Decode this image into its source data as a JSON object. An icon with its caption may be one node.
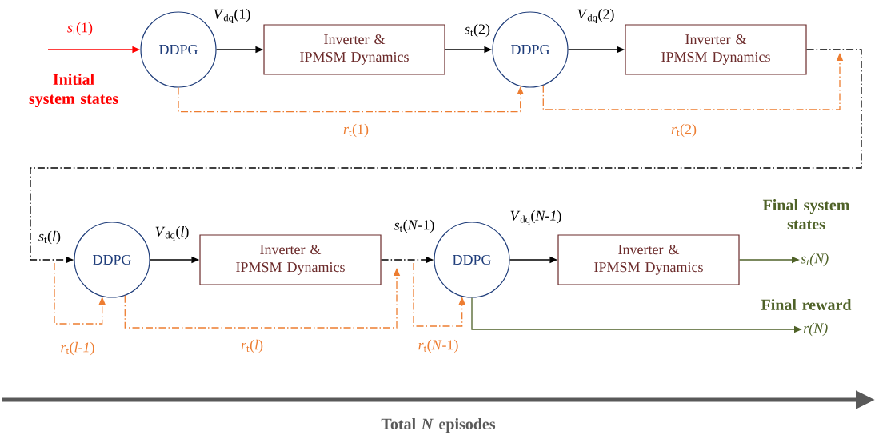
{
  "diagram": {
    "nodes": [
      {
        "text": [
          "DDPG"
        ]
      },
      {
        "text": [
          "Inverter & IPMSM Dynamics"
        ]
      },
      {
        "text": [
          "DDPG"
        ]
      },
      {
        "text": [
          "Inverter & IPMSM Dynamics"
        ]
      },
      {
        "text": [
          "DDPG"
        ]
      },
      {
        "text": [
          "Inverter & IPMSM Dynamics"
        ]
      },
      {
        "text": [
          "DDPG"
        ]
      },
      {
        "text": [
          "Inverter & IPMSM Dynamics"
        ]
      },
      {
        "text": [
          "s$_{t}$(N)"
        ]
      },
      {
        "text": [
          "r(N)"
        ]
      }
    ],
    "edges": [
      {
        "from": null,
        "to": 0,
        "arrow": "to",
        "label": "*s*$_{t}$(1)",
        "color": "#ff0000"
      },
      {
        "from": 0,
        "to": 1,
        "arrow": "to",
        "label": "*V*$_{dq}$(1)"
      },
      {
        "from": 1,
        "to": 2,
        "arrow": "to",
        "label": "*s*$_{t}$(2)"
      },
      {
        "from": 2,
        "to": 3,
        "arrow": "to",
        "label": "*V*$_{dq}$(2)"
      },
      {
        "from": 0,
        "to": 2,
        "arrow": "to",
        "label": "*r*$_{t}$(1)",
        "style": "dashed",
        "color": "#ed7d31"
      },
      {
        "from": 2,
        "to": null,
        "arrow": "to",
        "label": "*r*$_{t}$(2)",
        "style": "dashed",
        "color": "#ed7d31"
      },
      {
        "from": 3,
        "to": 4,
        "arrow": "to",
        "label": "*s*$_{t}$(*l*)",
        "style": "dashed"
      },
      {
        "from": null,
        "to": 4,
        "arrow": "to",
        "label": "*r*$_{t}$(*l-1*)",
        "style": "dashed",
        "color": "#ed7d31"
      },
      {
        "from": 4,
        "to": 5,
        "arrow": "to",
        "label": "*V*$_{dq}$(*l*)"
      },
      {
        "from": 4,
        "to": null,
        "arrow": "to",
        "label": "*r*$_{t}$(*l*)",
        "style": "dashed",
        "color": "#ed7d31"
      },
      {
        "from": 5,
        "to": 6,
        "arrow": "to",
        "label": "*s*$_{t}$(*N*-1)",
        "style": "dashed"
      },
      {
        "from": null,
        "to": 6,
        "arrow": "to",
        "label": "*r*$_{t}$(*N*-1)",
        "style": "dashed",
        "color": "#ed7d31"
      },
      {
        "from": 6,
        "to": 7,
        "arrow": "to",
        "label": "*V*$_{dq}$(*N-1*)"
      },
      {
        "from": 7,
        "to": 8,
        "arrow": "to",
        "color": "#4f6228"
      },
      {
        "from": 6,
        "to": 9,
        "arrow": "to",
        "color": "#4f6228"
      }
    ],
    "labels": [
      "Initial system states",
      "Final system states",
      "Final reward",
      "Total *N* episodes"
    ]
  }
}
